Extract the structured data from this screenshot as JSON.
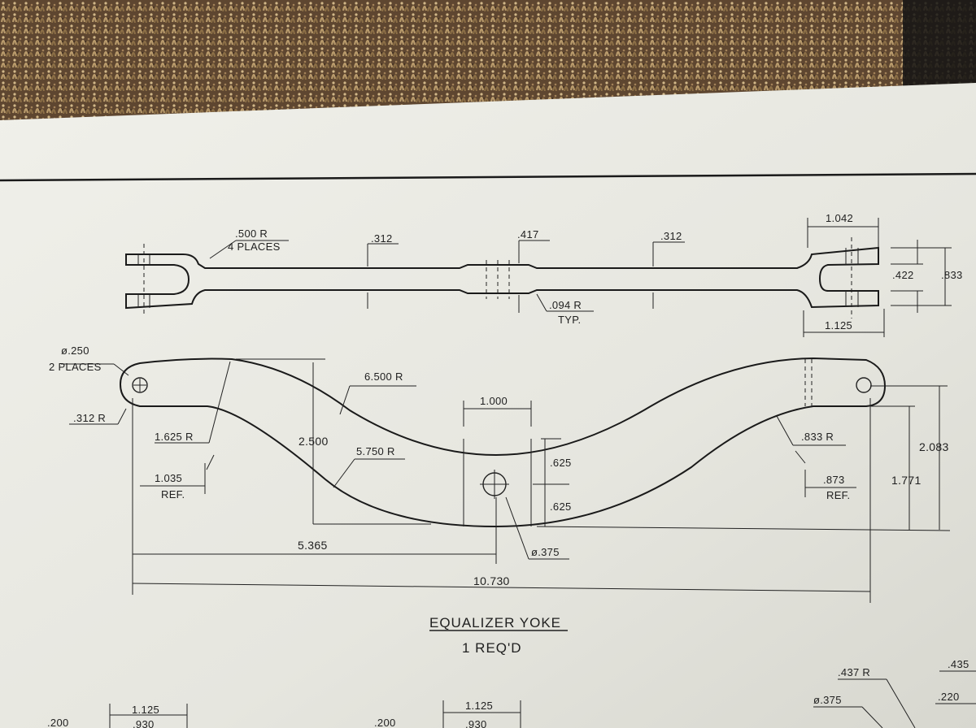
{
  "drawing": {
    "title": "EQUALIZER YOKE",
    "quantity": "1 REQ'D",
    "top_view": {
      "fillet_radius": ".500 R",
      "fillet_places": "4 PLACES",
      "thickness_left": ".312",
      "thickness_center": ".417",
      "thickness_right": ".312",
      "small_radius": ".094 R",
      "small_radius_note": "TYP.",
      "fork_length": "1.042",
      "fork_gap": ".422",
      "fork_width": ".833",
      "fork_overall": "1.125"
    },
    "side_view": {
      "hole_dia": "ø.250",
      "hole_places": "2 PLACES",
      "end_radius": ".312 R",
      "left_radius": "1.625 R",
      "left_ref": "1.035",
      "left_ref_note": "REF.",
      "depth": "2.500",
      "outer_radius": "6.500 R",
      "inner_radius": "5.750 R",
      "pad_width": "1.000",
      "pad_upper": ".625",
      "pad_lower": ".625",
      "center_hole": "ø.375",
      "half_length": "5.365",
      "overall_length": "10.730",
      "right_radius": ".833 R",
      "right_ref": ".873",
      "right_ref_note": "REF.",
      "right_height_inner": "1.771",
      "right_height_outer": "2.083"
    },
    "lower_partial": {
      "dim_a": "1.125",
      "dim_b": "1.125",
      "dim_c": ".437 R",
      "dim_d": "ø.375",
      "dim_e": ".220",
      "dim_f": ".435",
      "dim_g": ".200",
      "dim_h": ".200",
      "dim_i": ".930",
      "dim_j": ".930"
    }
  },
  "colors": {
    "paper": "#e9e9e3",
    "ink": "#1f1f1f",
    "carpet": "#6b5236"
  }
}
